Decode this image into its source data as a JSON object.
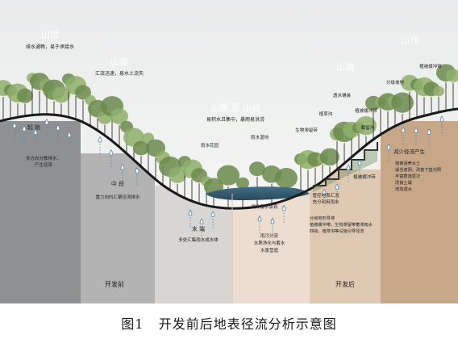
{
  "caption": {
    "figure_no": "图1",
    "title": "开发前后地表径流分析示意图"
  },
  "zones": [
    {
      "title": "山顶",
      "desc": "排水通畅，易于承接水"
    },
    {
      "title": "山坡",
      "desc": "汇流迅速，易水土流失"
    },
    {
      "title": "山麓 及 山谷",
      "desc": "易积水且集中，暴雨易洪涝"
    },
    {
      "title": "山坡"
    },
    {
      "title": "山顶"
    }
  ],
  "phases": {
    "before": "开发前",
    "after": "开发后"
  },
  "before_labels": {
    "top_head": "起 始",
    "top_desc": "多方向分散排水，\n产生径流",
    "mid_head": "中 段",
    "mid_desc": "重力向内汇聚径流排水",
    "bottom_head": "末 端",
    "bottom_desc": "多处汇集雨水成水体"
  },
  "after_labels": {
    "pond_desc": "提升蓄水景观",
    "reg_desc": "雨污分流\n水质净化与蓄水\n水景营造",
    "terrace_desc": "管控地表汇流\n充分利用雨水",
    "slope_desc": "分级地形导排\n植被缓冲带，生物滞留带蓄滞雨水\n四级，植草沟等设施引导径流",
    "peak_head": "减少径流产生",
    "peak_desc": "植被涵养水土\n适当遮阴，改善下垫光照\n丰富群落层次\n改良土壤\n增加透水"
  },
  "callouts": [
    "雨水花园",
    "雨水湿地",
    "生物滞留带",
    "植草沟",
    "透水铺装",
    "植被缓冲带",
    "分级坡地",
    "植被缓冲带",
    "截留沟",
    "植被缓冲带"
  ]
}
